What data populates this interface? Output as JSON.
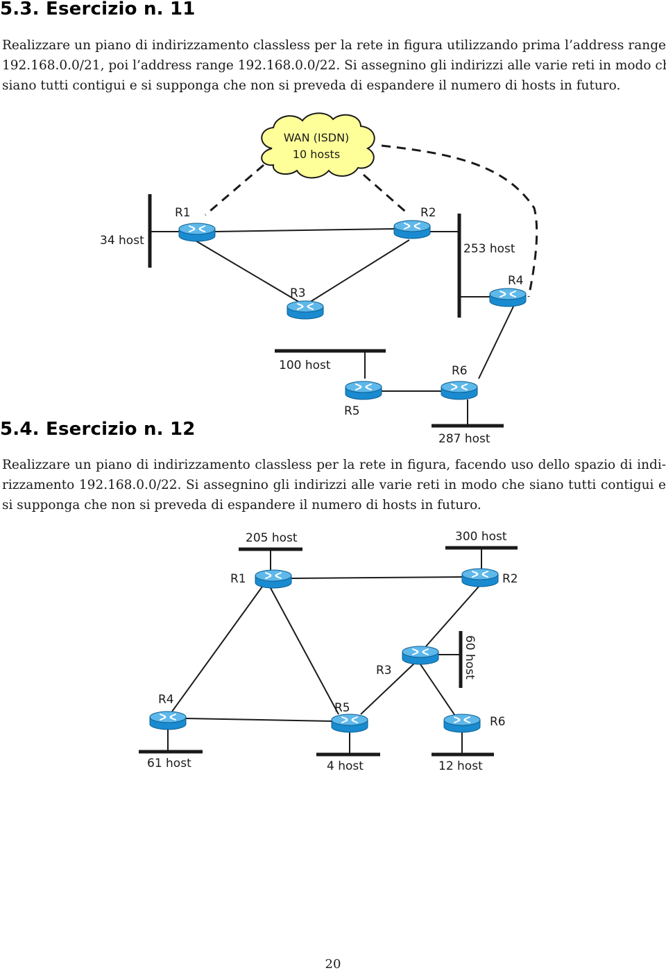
{
  "ex11": {
    "title": "5.3. Esercizio n. 11",
    "lines": [
      "Realizzare un piano di indirizzamento classless per la rete in figura utilizzando prima l’address range",
      "192.168.0.0/21, poi l’address range 192.168.0.0/22. Si assegnino gli indirizzi alle varie reti in modo che",
      "siano tutti contigui e si supponga che non si preveda di espandere il numero di hosts in futuro."
    ],
    "wan_label": [
      "WAN (ISDN)",
      "10 hosts"
    ],
    "routers": [
      "R1",
      "R2",
      "R3",
      "R4",
      "R5",
      "R6"
    ],
    "lans": [
      "34 host",
      "253 host",
      "100 host",
      "287 host"
    ],
    "colors": {
      "cloud_fill": "#ffff99",
      "router_body": "#1a8bd0",
      "router_top": "#5fb8ea"
    }
  },
  "ex12": {
    "title": "5.4. Esercizio n. 12",
    "lines": [
      "Realizzare un piano di indirizzamento classless per la rete in figura, facendo uso dello spazio di indi-",
      "rizzamento 192.168.0.0/22. Si assegnino gli indirizzi alle varie reti in modo che siano tutti contigui e",
      "si supponga che non si preveda di espandere il numero di hosts in futuro."
    ],
    "routers": [
      "R1",
      "R2",
      "R3",
      "R4",
      "R5",
      "R6"
    ],
    "lans": [
      "205 host",
      "300 host",
      "60 host",
      "61 host",
      "4 host",
      "12 host"
    ]
  },
  "page_number": "20"
}
